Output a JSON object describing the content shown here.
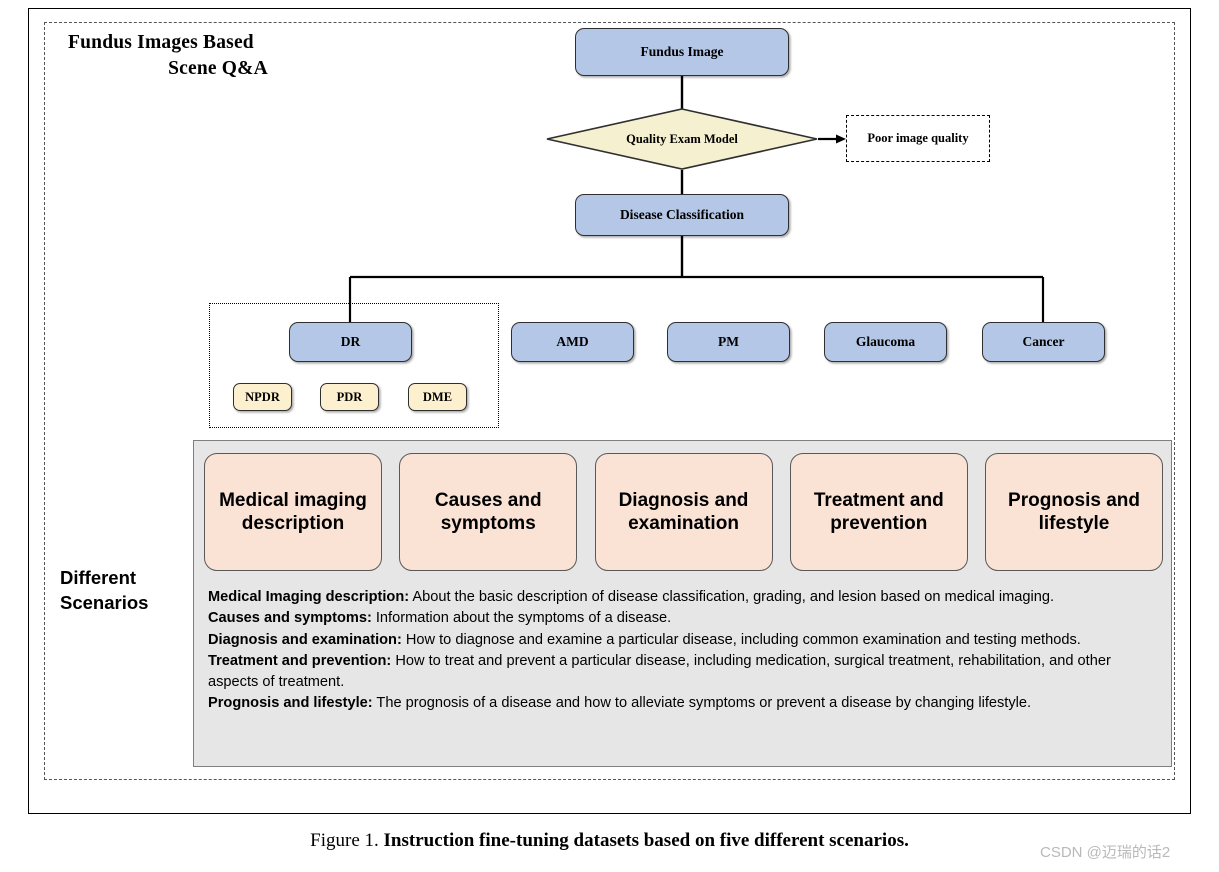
{
  "figure": {
    "title_line1": "Fundus Images Based",
    "title_line2": "Scene Q&A",
    "scenarios_label_line1": "Different",
    "scenarios_label_line2": "Scenarios",
    "caption_number": "Figure 1.",
    "caption_text": "Instruction fine-tuning datasets based on five different scenarios.",
    "watermark": "CSDN @迈瑞的话2"
  },
  "flow": {
    "fundus_image": "Fundus Image",
    "quality_exam_model": "Quality Exam Model",
    "poor_image_quality": "Poor image quality",
    "disease_classification": "Disease Classification",
    "diseases": [
      {
        "label": "DR"
      },
      {
        "label": "AMD"
      },
      {
        "label": "PM"
      },
      {
        "label": "Glaucoma"
      },
      {
        "label": "Cancer"
      }
    ],
    "dr_subtypes": [
      {
        "label": "NPDR"
      },
      {
        "label": "PDR"
      },
      {
        "label": "DME"
      }
    ]
  },
  "scenarios": {
    "cards": [
      {
        "label": "Medical imaging description"
      },
      {
        "label": "Causes and symptoms"
      },
      {
        "label": "Diagnosis and examination"
      },
      {
        "label": "Treatment and prevention"
      },
      {
        "label": "Prognosis and lifestyle"
      }
    ],
    "descriptions": [
      {
        "term": "Medical Imaging description:",
        "text": " About the basic description of disease classification, grading, and lesion based on medical imaging."
      },
      {
        "term": "Causes and symptoms:",
        "text": " Information about the symptoms of a disease."
      },
      {
        "term": "Diagnosis and examination:",
        "text": " How to diagnose and examine a particular disease, including common examination and testing methods."
      },
      {
        "term": "Treatment and prevention:",
        "text": " How to treat and prevent a particular disease, including medication, surgical treatment, rehabilitation, and other aspects of treatment."
      },
      {
        "term": "Prognosis and lifestyle:",
        "text": " The prognosis of a disease and how to alleviate symptoms or prevent a disease by changing lifestyle."
      }
    ]
  },
  "colors": {
    "box_blue": "#b4c7e7",
    "subtype_yellow": "#fdf0cf",
    "diamond_yellow": "#f5f0cf",
    "card_peach": "#fae3d5",
    "panel_gray": "#e7e6e6",
    "line_black": "#000000",
    "watermark_gray": "#b9b9b9"
  }
}
